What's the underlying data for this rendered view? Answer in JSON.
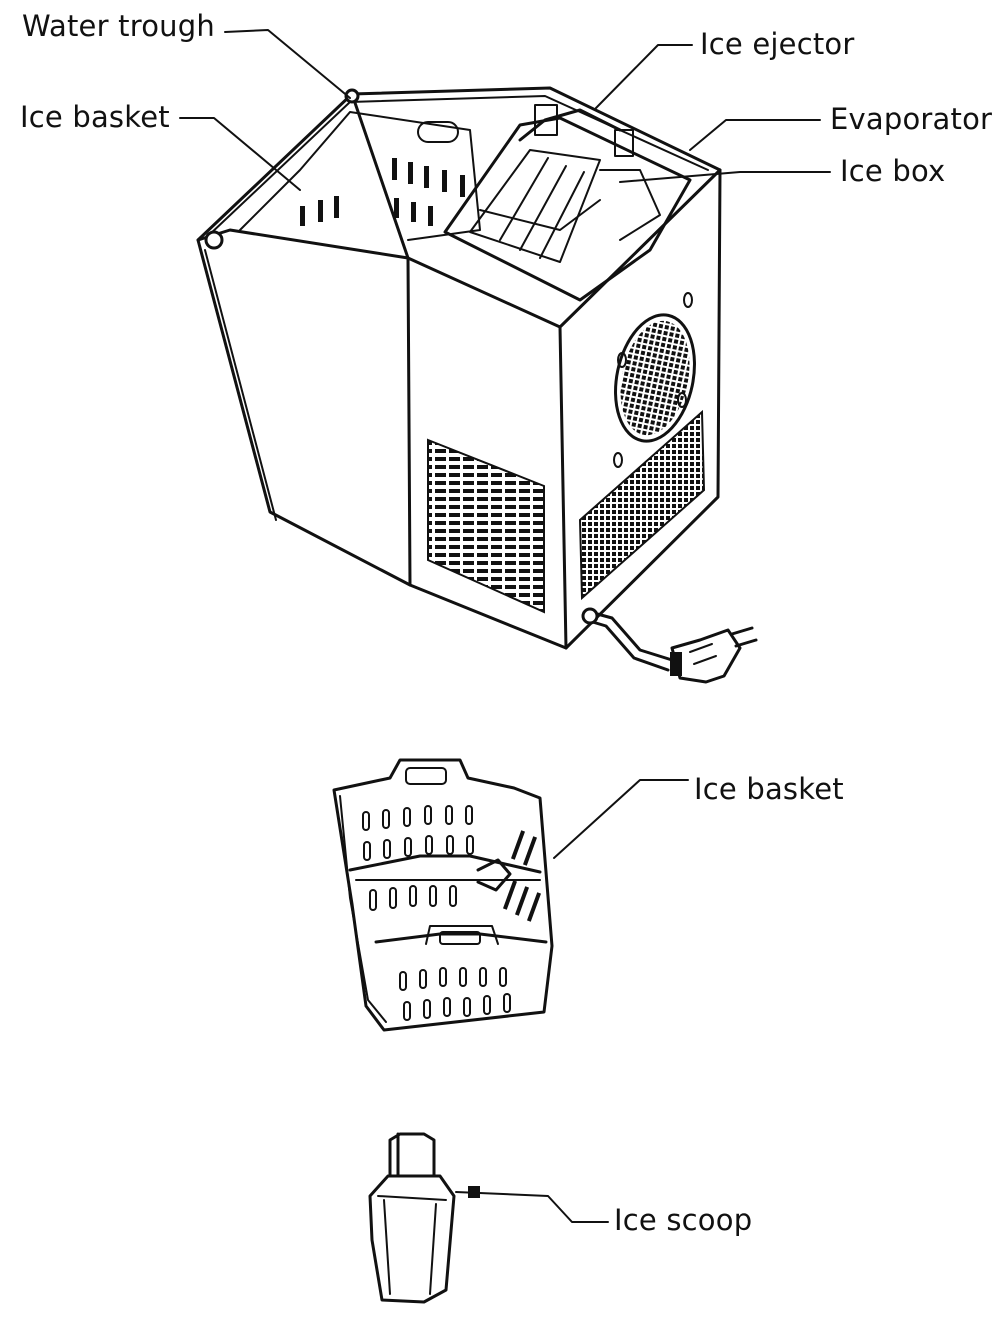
{
  "labels": {
    "water_trough": "Water trough",
    "ice_ejector": "Ice ejector",
    "ice_basket_top": "Ice basket",
    "evaporator": "Evaporator",
    "ice_box": "Ice box",
    "ice_basket": "Ice basket",
    "ice_scoop": "Ice scoop"
  }
}
